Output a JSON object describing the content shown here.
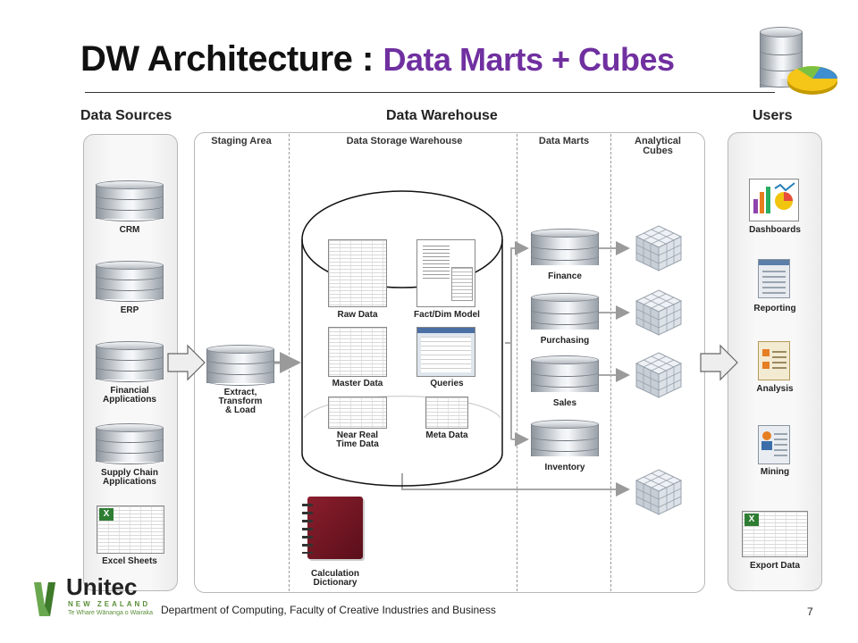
{
  "title": {
    "main": "DW Architecture : ",
    "accent": "Data Marts + Cubes"
  },
  "sections": {
    "sources": "Data Sources",
    "warehouse": "Data Warehouse",
    "users": "Users"
  },
  "columns": {
    "staging": "Staging Area",
    "storage": "Data Storage Warehouse",
    "marts": "Data Marts",
    "cubes": [
      "Analytical",
      "Cubes"
    ]
  },
  "sources": [
    "CRM",
    "ERP",
    [
      "Financial",
      "Applications"
    ],
    [
      "Supply Chain",
      "Applications"
    ],
    "Excel Sheets"
  ],
  "staging_label": [
    "Extract,",
    "Transform",
    "& Load"
  ],
  "storage_items": [
    "Raw Data",
    "Fact/Dim Model",
    "Master Data",
    "Queries",
    [
      "Near Real",
      "Time Data"
    ],
    "Meta Data"
  ],
  "calc_dictionary": [
    "Calculation",
    "Dictionary"
  ],
  "marts": [
    "Finance",
    "Purchasing",
    "Sales",
    "Inventory"
  ],
  "users": [
    "Dashboards",
    "Reporting",
    "Analysis",
    "Mining",
    "Export Data"
  ],
  "footer": {
    "department": "Department of Computing, Faculty of Creative Industries and Business",
    "page": "7",
    "logo_text": "Unitec",
    "logo_sub": "NEW ZEALAND",
    "logo_maori": "Te Whare Wānanga o Wairaka"
  },
  "colors": {
    "accent": "#7030a0",
    "logo_green": "#6aa84f"
  },
  "icons": [
    "database-icon",
    "cube-icon",
    "document-icon",
    "notebook-icon",
    "excel-icon",
    "dashboard-icon",
    "report-icon",
    "analysis-icon",
    "mining-icon",
    "arrow-icon",
    "pie-chart-icon"
  ]
}
